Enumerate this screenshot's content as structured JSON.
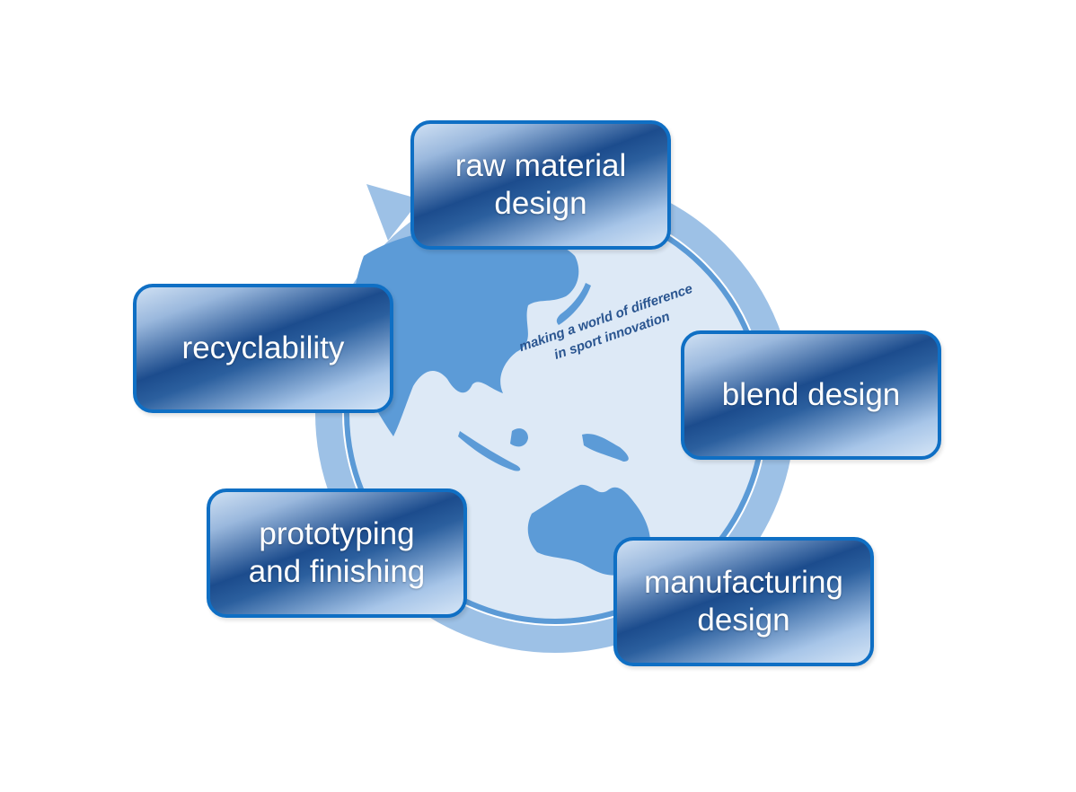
{
  "colors": {
    "ring": "#9dc1e6",
    "globe_fill": "#dde9f6",
    "globe_outline": "#5b9ad6",
    "land": "#5c9bd7",
    "box_border": "#0f6fc4",
    "tagline": "#2a5590"
  },
  "icons": [
    "cycle-arrow-icon",
    "globe-icon"
  ],
  "tagline": {
    "line1": "making a world of difference",
    "line2": "in sport innovation"
  },
  "stages": {
    "raw_material": {
      "line1": "raw material",
      "line2": "design"
    },
    "blend": {
      "line1": "blend design"
    },
    "manufacturing": {
      "line1": "manufacturing",
      "line2": "design"
    },
    "prototyping": {
      "line1": "prototyping",
      "line2": "and finishing"
    },
    "recyclability": {
      "line1": "recyclability"
    }
  }
}
